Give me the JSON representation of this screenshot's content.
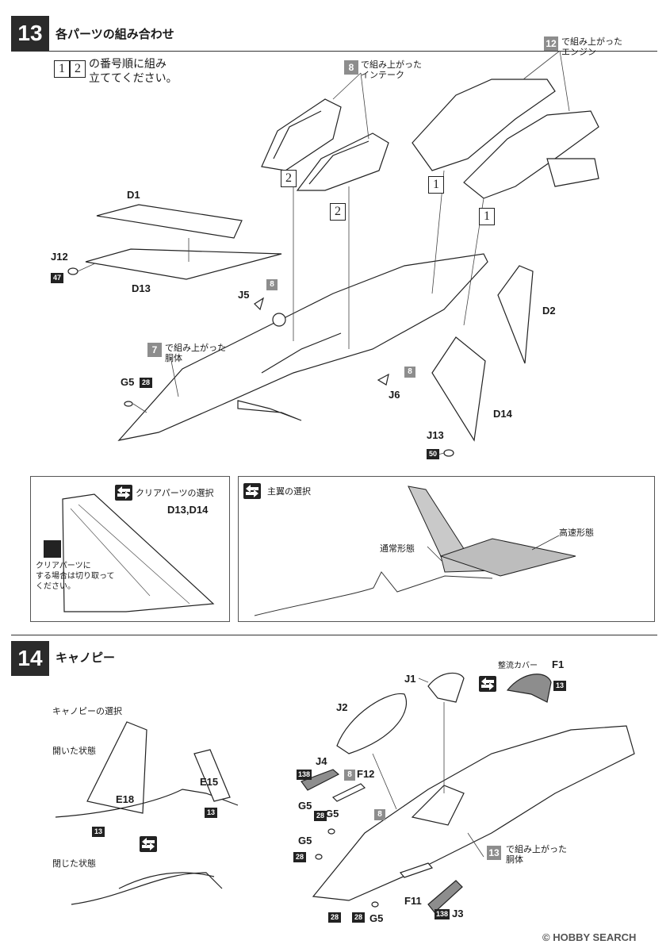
{
  "step13": {
    "number": "13",
    "title": "各パーツの組み合わせ",
    "instruction_badges": [
      "1",
      "2"
    ],
    "instruction_text_1": "の番号順に組み",
    "instruction_text_2": "立ててください。",
    "intake_badge": "8",
    "intake_label_1": "で組み上がった",
    "intake_label_2": "インテーク",
    "engine_badge": "12",
    "engine_label_1": "で組み上がった",
    "engine_label_2": "エンジン",
    "body_badge": "7",
    "body_label_1": "で組み上がった",
    "body_label_2": "胴体",
    "order_marks": [
      "2",
      "2",
      "1",
      "1"
    ],
    "parts": {
      "d1": "D1",
      "j12": "J12",
      "j12_glue": "47",
      "d13": "D13",
      "j5": "J5",
      "j5_badge": "8",
      "g5": "G5",
      "g5_glue": "28",
      "d2": "D2",
      "j6": "J6",
      "j6_badge": "8",
      "d14": "D14",
      "j13": "J13",
      "j13_glue": "50"
    },
    "clear_panel": {
      "title": "クリアパーツの選択",
      "parts": "D13,D14",
      "note_1": "クリアパーツに",
      "note_2": "する場合は切り取って",
      "note_3": "ください。"
    },
    "wing_panel": {
      "title": "主翼の選択",
      "normal": "通常形態",
      "high_speed": "高速形態"
    }
  },
  "step14": {
    "number": "14",
    "title": "キャノピー",
    "select_title": "キャノピーの選択",
    "open_state": "開いた状態",
    "closed_state": "閉じた状態",
    "e18": "E18",
    "e15": "E15",
    "glue_13": "13",
    "j1": "J1",
    "j2": "J2",
    "j4": "J4",
    "j4_glue": "138",
    "f12": "F12",
    "f12_badge": "8",
    "g5_a": "G5",
    "g5_b": "G5",
    "g5_c": "G5",
    "glue_28": "28",
    "badge_8": "8",
    "fairing_label": "整流カバー",
    "f1": "F1",
    "f1_glue": "13",
    "body_badge": "13",
    "body_label_1": "で組み上がった",
    "body_label_2": "胴体",
    "f11": "F11",
    "j3": "J3",
    "j3_glue": "138"
  },
  "watermark": "© HOBBY SEARCH",
  "colors": {
    "dark": "#2b2b2b",
    "gray_badge": "#8d8d8d",
    "line": "#333333"
  }
}
